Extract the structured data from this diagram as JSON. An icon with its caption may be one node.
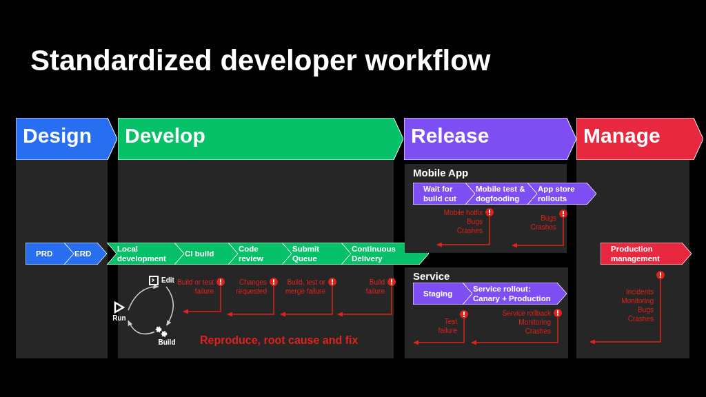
{
  "diagram": {
    "title": "Standardized developer workflow",
    "nodes": [
      {
        "text": [
          "Design"
        ]
      },
      {
        "text": [
          "Develop"
        ]
      },
      {
        "text": [
          "Release"
        ]
      },
      {
        "text": [
          "Manage"
        ]
      },
      {
        "text": [
          "PRD"
        ]
      },
      {
        "text": [
          "ERD"
        ]
      },
      {
        "text": [
          "Local development"
        ]
      },
      {
        "text": [
          "CI build"
        ]
      },
      {
        "text": [
          "Code review"
        ]
      },
      {
        "text": [
          "Submit Queue"
        ]
      },
      {
        "text": [
          "Continuous Delivery"
        ]
      },
      {
        "text": [
          "Mobile App"
        ]
      },
      {
        "text": [
          "Wait for build cut"
        ],
        "in": 11
      },
      {
        "text": [
          "Mobile test & dogfooding"
        ],
        "in": 11
      },
      {
        "text": [
          "App store rollouts"
        ]
      },
      {
        "text": [
          "Service"
        ]
      },
      {
        "text": [
          "Staging"
        ],
        "in": 15
      },
      {
        "text": [
          "Service rollout: Canary + Production"
        ],
        "in": 15
      },
      {
        "text": [
          "Production management"
        ]
      },
      {
        "text": [
          "Edit"
        ]
      },
      {
        "text": [
          "Run"
        ]
      },
      {
        "text": [
          "Build"
        ]
      },
      {
        "text": [
          "Build or test failure"
        ]
      },
      {
        "text": [
          "Changes requested"
        ]
      },
      {
        "text": [
          "Build, test or merge failure"
        ]
      },
      {
        "text": [
          "Build failure"
        ]
      },
      {
        "text": [
          "Mobile hotfix",
          "Bugs",
          "Crashes"
        ],
        "in": 11
      },
      {
        "text": [
          "Bugs",
          "Crashes"
        ],
        "in": 11
      },
      {
        "text": [
          "Test failure"
        ],
        "in": 15
      },
      {
        "text": [
          "Service rollback",
          "Monitoring",
          "Crashes"
        ],
        "in": 15
      },
      {
        "text": [
          "Incidents",
          "Monitoring",
          "Bugs",
          "Crashes"
        ]
      }
    ],
    "edges": [
      {
        "from": 22,
        "to": null,
        "arrow": "to"
      },
      {
        "from": 23,
        "to": null,
        "arrow": "to"
      },
      {
        "from": 24,
        "to": null,
        "arrow": "to"
      },
      {
        "from": 25,
        "to": null,
        "arrow": "to"
      },
      {
        "from": 26,
        "to": null,
        "arrow": "to"
      },
      {
        "from": 27,
        "to": null,
        "arrow": "to"
      },
      {
        "from": 28,
        "to": null,
        "arrow": "to"
      },
      {
        "from": 29,
        "to": null,
        "arrow": "to"
      },
      {
        "from": 30,
        "to": null,
        "arrow": "to"
      },
      {
        "from": 20,
        "to": 19,
        "arrow": "to",
        "color": "#cfcfcf"
      },
      {
        "from": 19,
        "to": 21,
        "arrow": "to",
        "color": "#cfcfcf"
      },
      {
        "from": 21,
        "to": 20,
        "arrow": "to",
        "color": "#cfcfcf"
      }
    ],
    "labels": [
      "Reproduce, root cause and fix"
    ]
  }
}
